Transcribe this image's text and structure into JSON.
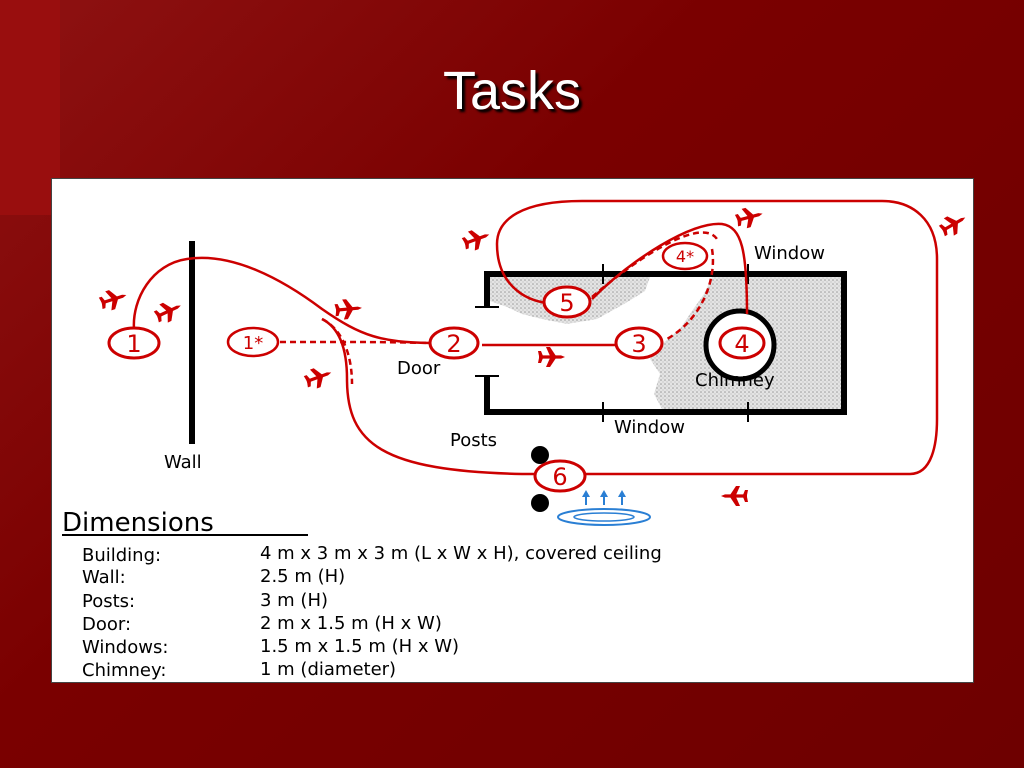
{
  "slide": {
    "title": "Tasks",
    "background": "#7a0000",
    "accent": "#cc0000"
  },
  "diagram": {
    "markers": {
      "m1": "1",
      "m1s": "1*",
      "m2": "2",
      "m3": "3",
      "m4": "4",
      "m4s": "4*",
      "m5": "5",
      "m6": "6"
    },
    "labels": {
      "wall": "Wall",
      "door": "Door",
      "chimney": "Chimney",
      "window_top": "Window",
      "window_bottom": "Window",
      "posts": "Posts"
    },
    "icons": [
      "airplane-icon",
      "fan-icon",
      "post-icon"
    ]
  },
  "dimensions": {
    "heading": "Dimensions",
    "rows": [
      {
        "label": "Building:",
        "value": "4 m x 3 m x 3 m (L x W x H), covered ceiling"
      },
      {
        "label": "Wall:",
        "value": "2.5 m (H)"
      },
      {
        "label": "Posts:",
        "value": "3 m (H)"
      },
      {
        "label": "Door:",
        "value": "2 m x 1.5 m (H x W)"
      },
      {
        "label": "Windows:",
        "value": "1.5 m x 1.5 m (H x W)"
      },
      {
        "label": "Chimney:",
        "value": "1 m (diameter)"
      }
    ]
  }
}
